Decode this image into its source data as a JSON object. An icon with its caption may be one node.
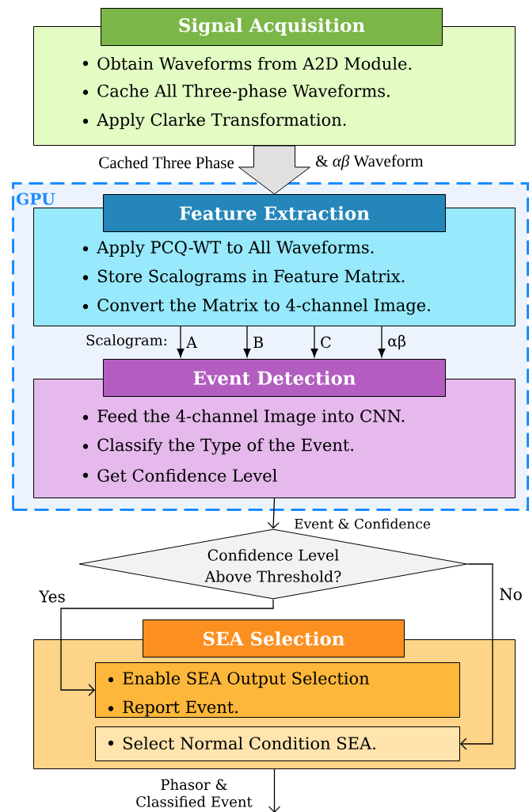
{
  "diagram": {
    "nodes": [
      {
        "text": [
          "Signal Acquisition",
          "Obtain Waveforms from A2D Module.",
          "Cache All Three-phase Waveforms.",
          "Apply Clarke Transformation."
        ]
      },
      {
        "text": [
          "GPU"
        ]
      },
      {
        "text": [
          "Feature Extraction",
          "Apply PCQ-WT to All Waveforms.",
          "Store Scalograms in Feature Matrix.",
          "Convert the Matrix to 4-channel Image."
        ],
        "in": 1
      },
      {
        "text": [
          "Event Detection",
          "Feed the 4-channel Image into CNN.",
          "Classify the Type of the Event.",
          "Get Confidence Level"
        ],
        "in": 1
      },
      {
        "text": [
          "Confidence Level Above Threshold?"
        ]
      },
      {
        "text": [
          "SEA Selection"
        ]
      },
      {
        "text": [
          "Enable SEA Output Selection",
          "Report Event."
        ],
        "in": 5
      },
      {
        "text": [
          "Select Normal Condition SEA."
        ],
        "in": 5
      }
    ],
    "edges": [
      {
        "from": 0,
        "to": 2,
        "arrow": "to",
        "style": "thick"
      },
      {
        "from": 2,
        "to": 3,
        "arrow": "to",
        "label": "A"
      },
      {
        "from": 2,
        "to": 3,
        "arrow": "to",
        "label": "B"
      },
      {
        "from": 2,
        "to": 3,
        "arrow": "to",
        "label": "C"
      },
      {
        "from": 2,
        "to": 3,
        "arrow": "to",
        "label": "αβ"
      },
      {
        "from": 3,
        "to": 4,
        "arrow": "to",
        "label": "Event & Confidence"
      },
      {
        "from": 4,
        "to": 6,
        "arrow": "to",
        "label": "Yes"
      },
      {
        "from": 4,
        "to": 7,
        "arrow": "to",
        "label": "No"
      },
      {
        "from": 5,
        "to": null,
        "arrow": "to",
        "label": "Phasor & Classified Event"
      }
    ],
    "labels": [
      "Cached Three Phase",
      "& *αβ* Waveform",
      "Scalogram:"
    ]
  }
}
